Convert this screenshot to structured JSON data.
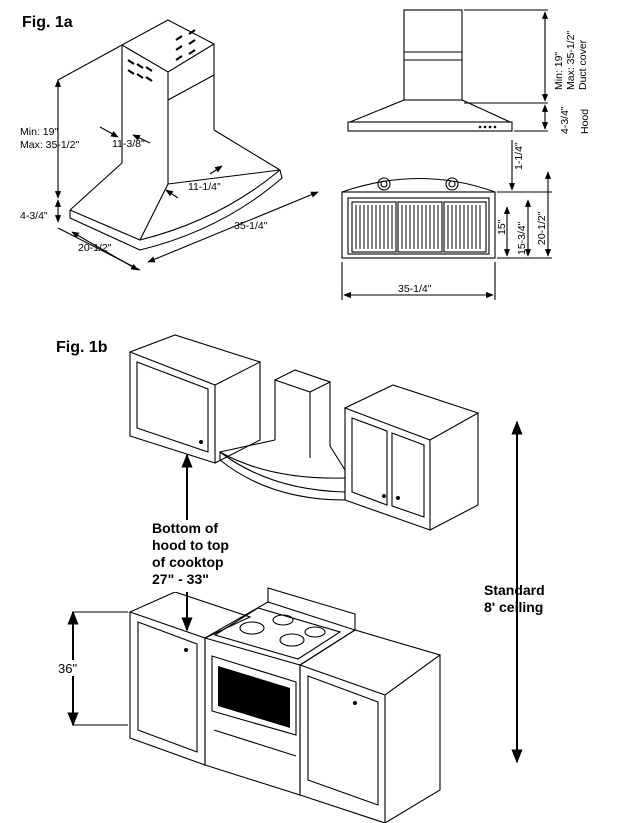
{
  "fig1a": {
    "title": "Fig. 1a",
    "perspective": {
      "duct_min": "Min: 19\"",
      "duct_max": "Max: 35-1/2\"",
      "duct_width": "11-3/8\"",
      "duct_depth": "11-1/4\"",
      "hood_height": "4-3/4\"",
      "hood_depth": "20-1/2\"",
      "hood_width": "35-1/4\""
    },
    "front": {
      "duct_min": "Min: 19\"",
      "duct_max": "Max: 35-1/2\"",
      "duct_cover": "Duct cover",
      "hood_height": "4-3/4\"",
      "hood_label": "Hood"
    },
    "bottom": {
      "edge_depth": "1-1/4\"",
      "filter_depth": "15\"",
      "inner_depth": "15-3/4\"",
      "total_depth": "20-1/2\"",
      "width": "35-1/4\""
    }
  },
  "fig1b": {
    "title": "Fig. 1b",
    "clearance_label_1": "Bottom of",
    "clearance_label_2": "hood to top",
    "clearance_label_3": "of cooktop",
    "clearance_range": "27\" - 33\"",
    "ceiling_label_1": "Standard",
    "ceiling_label_2": "8' ceiling",
    "counter_height": "36\""
  }
}
